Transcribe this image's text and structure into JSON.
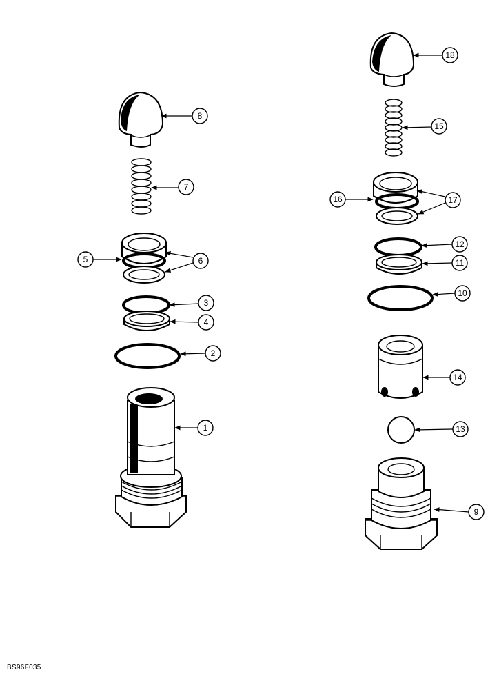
{
  "figure_code": "BS96F035",
  "callouts": [
    {
      "label": "1"
    },
    {
      "label": "2"
    },
    {
      "label": "3"
    },
    {
      "label": "4"
    },
    {
      "label": "5"
    },
    {
      "label": "6"
    },
    {
      "label": "7"
    },
    {
      "label": "8"
    },
    {
      "label": "9"
    },
    {
      "label": "10"
    },
    {
      "label": "11"
    },
    {
      "label": "12"
    },
    {
      "label": "13"
    },
    {
      "label": "14"
    },
    {
      "label": "15"
    },
    {
      "label": "16"
    },
    {
      "label": "17"
    },
    {
      "label": "18"
    }
  ]
}
